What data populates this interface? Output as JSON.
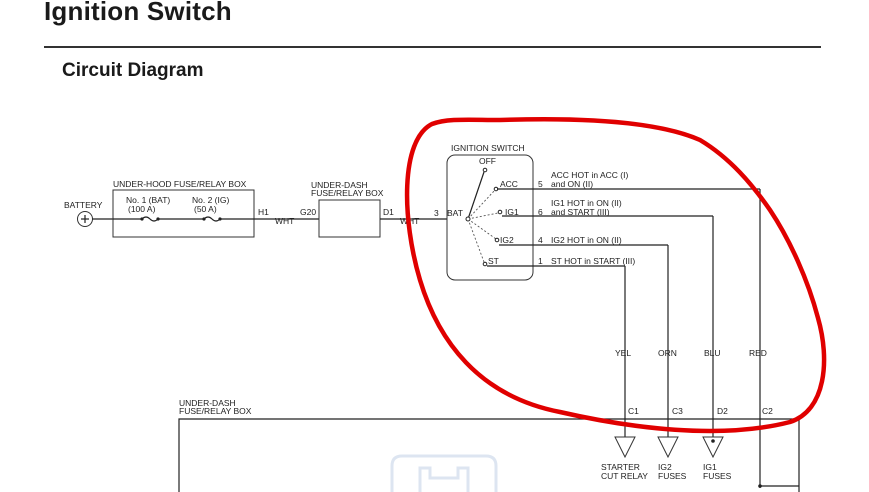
{
  "header": {
    "title": "Ignition Switch",
    "subtitle": "Circuit Diagram"
  },
  "diagram": {
    "battery": "BATTERY",
    "underhood_box": "UNDER-HOOD FUSE/RELAY BOX",
    "fuse1_line1": "No. 1 (BAT)",
    "fuse1_line2": "(100 A)",
    "fuse2_line1": "No. 2 (IG)",
    "fuse2_line2": "(50 A)",
    "conn_h1": "H1",
    "wire_wht1": "WHT",
    "underdash_box_line1": "UNDER-DASH",
    "underdash_box_line2": "FUSE/RELAY BOX",
    "conn_g20": "G20",
    "conn_d1": "D1",
    "wire_wht2": "WHT",
    "ignition_switch": "IGNITION SWITCH",
    "pos_off": "OFF",
    "pos_acc": "ACC",
    "pos_ig1": "IG1",
    "pos_ig2": "IG2",
    "pos_st": "ST",
    "bat": "BAT",
    "pin3": "3",
    "pin5": "5",
    "pin6": "6",
    "pin4": "4",
    "pin1": "1",
    "acc_note_line1": "ACC HOT in ACC (I)",
    "acc_note_line2": "and ON (II)",
    "ig1_note_line1": "IG1 HOT in ON (II)",
    "ig1_note_line2": "and START (III)",
    "ig2_note": "IG2 HOT in ON (II)",
    "st_note": "ST HOT in START (III)",
    "wire_yel": "YEL",
    "wire_orn": "ORN",
    "wire_blu": "BLU",
    "wire_red": "RED",
    "bottom_box_line1": "UNDER-DASH",
    "bottom_box_line2": "FUSE/RELAY BOX",
    "conn_c1": "C1",
    "conn_c3": "C3",
    "conn_d2": "D2",
    "conn_c2": "C2",
    "out_starter_line1": "STARTER",
    "out_starter_line2": "CUT RELAY",
    "out_ig2_line1": "IG2",
    "out_ig2_line2": "FUSES",
    "out_ig1_line1": "IG1",
    "out_ig1_line2": "FUSES"
  },
  "colors": {
    "highlight": "#e00000",
    "ink": "#222222"
  }
}
